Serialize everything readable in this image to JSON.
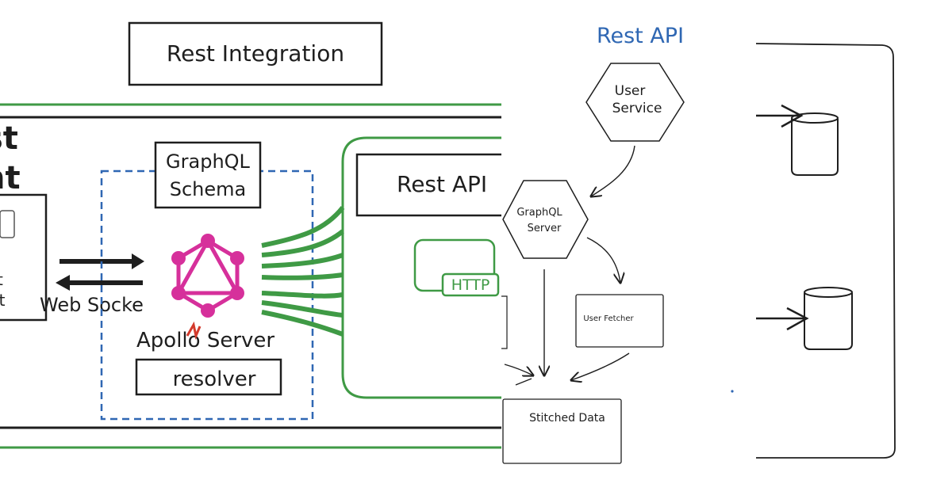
{
  "colors": {
    "ink": "#1e1e1e",
    "green": "#3f9a45",
    "blue": "#2f67b3",
    "magenta": "#d6309b",
    "red": "#d33a2c"
  },
  "left_panel": {
    "title_box": "Rest Integration",
    "partial_heading_line1": "st",
    "partial_heading_line2": "nt",
    "partial_client_line1": "t",
    "partial_client_line2": "nt",
    "web_socket_label": "Web Socke",
    "graphql_schema_line1": "GraphQL",
    "graphql_schema_line2": "Schema",
    "apollo_server_label": "Apollo Server",
    "resolver_label": "resolver",
    "rest_api_box": "Rest API",
    "http_label": "HTTP",
    "icons": [
      "graphql-logo-icon",
      "arrow-right-icon",
      "arrow-left-icon"
    ]
  },
  "middle_panel": {
    "title": "Rest API",
    "user_service_line1": "User",
    "user_service_line2": "Service",
    "graphql_server_line1": "GraphQL",
    "graphql_server_line2": "Server",
    "user_fetcher": "User Fetcher",
    "stitched_data": "Stitched Data"
  },
  "right_panel": {
    "icons": [
      "database-cylinder-icon",
      "database-cylinder-icon",
      "arrow-right-icon"
    ]
  }
}
